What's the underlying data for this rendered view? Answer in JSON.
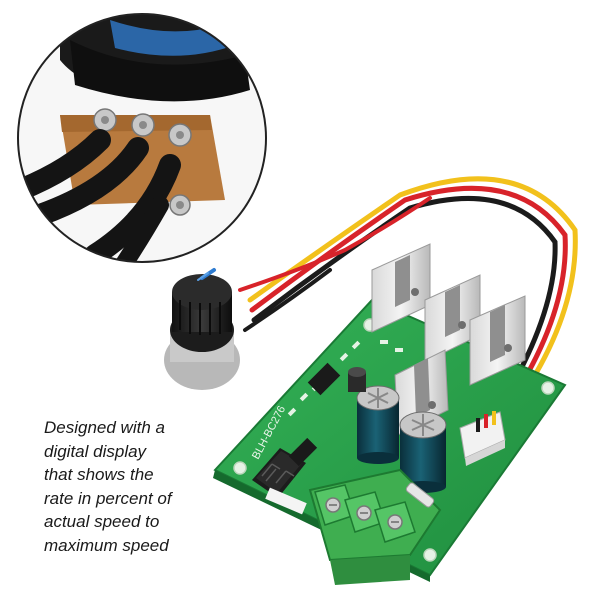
{
  "caption": {
    "lines": [
      "Designed with a",
      "digital display",
      "that shows the",
      "rate in percent of",
      "actual speed to",
      "maximum speed"
    ]
  },
  "board": {
    "silkscreen_label": "BLH-BC276"
  },
  "colors": {
    "pcb_green": "#27a34a",
    "wire_red": "#d8232a",
    "wire_yellow": "#f2c11c",
    "wire_black": "#1b1b1b",
    "capacitor_blue": "#0d3f4f"
  }
}
